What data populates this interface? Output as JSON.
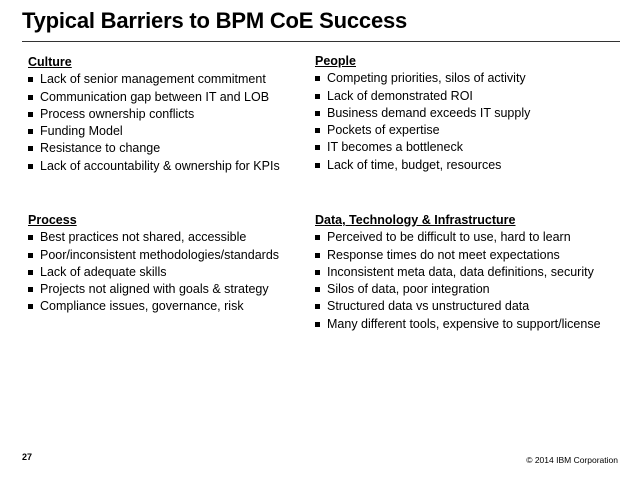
{
  "slide": {
    "title": "Typical Barriers to BPM CoE Success",
    "page_number": "27",
    "copyright": "© 2014 IBM Corporation"
  },
  "sections": {
    "culture": {
      "heading": "Culture",
      "items": [
        "Lack of senior management commitment",
        "Communication gap between IT and LOB",
        "Process ownership conflicts",
        "Funding Model",
        "Resistance to change",
        "Lack of accountability & ownership for KPIs"
      ]
    },
    "people": {
      "heading": "People",
      "items": [
        "Competing priorities, silos of activity",
        "Lack of demonstrated ROI",
        "Business demand exceeds IT supply",
        "Pockets of expertise",
        "IT becomes a bottleneck",
        "Lack of time, budget, resources"
      ]
    },
    "process": {
      "heading": "Process",
      "items": [
        "Best practices not shared, accessible",
        "Poor/inconsistent methodologies/standards",
        "Lack of adequate skills",
        "Projects not aligned with goals & strategy",
        "Compliance issues, governance, risk"
      ]
    },
    "data": {
      "heading": "Data, Technology & Infrastructure",
      "items": [
        "Perceived to be difficult to use, hard to learn",
        "Response times do not meet expectations",
        "Inconsistent meta data, data definitions, security",
        "Silos of data, poor integration",
        "Structured data vs unstructured data",
        "Many different tools, expensive to support/license"
      ]
    }
  }
}
